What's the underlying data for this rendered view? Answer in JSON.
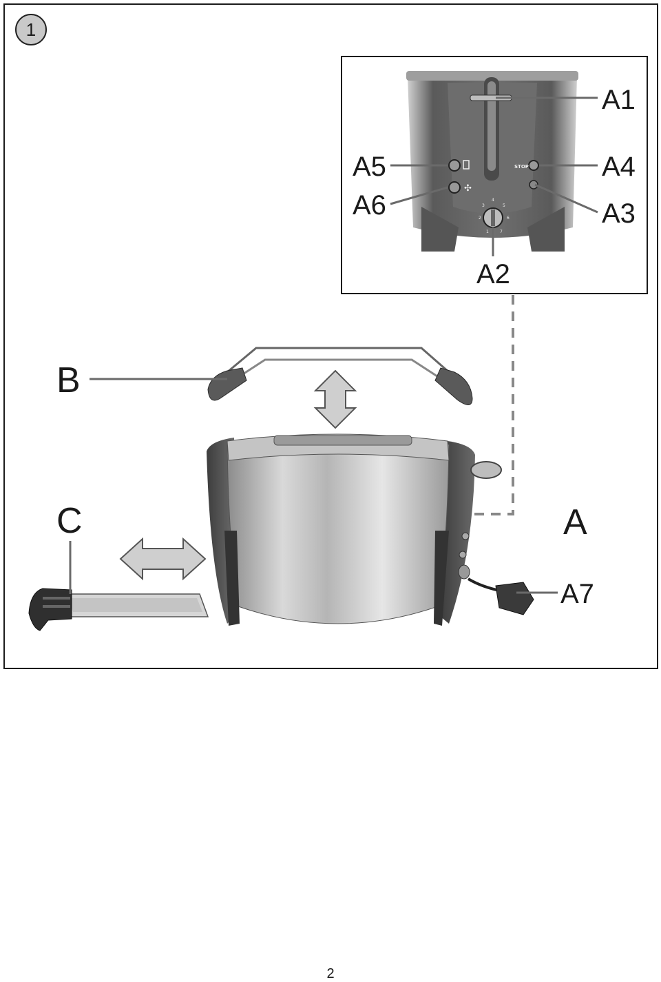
{
  "figure": {
    "number": "1"
  },
  "callouts": {
    "A1": "A1",
    "A2": "A2",
    "A3": "A3",
    "A4": "A4",
    "A5": "A5",
    "A6": "A6",
    "A7": "A7",
    "A": "A",
    "B": "B",
    "C": "C"
  },
  "panel": {
    "stop_label": "STOP",
    "dial_numbers": [
      "1",
      "2",
      "3",
      "4",
      "5",
      "6",
      "7"
    ]
  },
  "footer": {
    "page_number": "2"
  }
}
